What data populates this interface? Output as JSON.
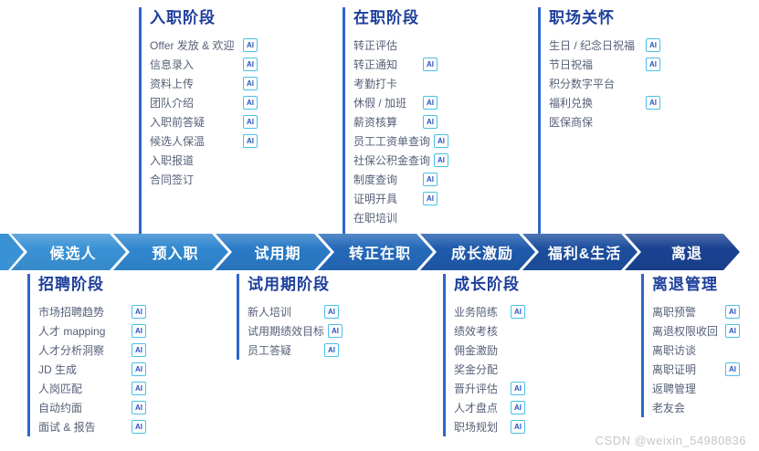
{
  "ai_badge_label": "AI",
  "watermark": "CSDN @weixin_54980836",
  "colors": {
    "accent_line": "#2e66c9",
    "title": "#1d3f9b",
    "item_text": "#566077",
    "badge_border": "#49c0e8",
    "badge_text": "#2a52c0",
    "watermark": "#c6c6c6"
  },
  "stages": [
    {
      "label": "候选人",
      "color": "#3a92d5"
    },
    {
      "label": "预入职",
      "color": "#3187cf"
    },
    {
      "label": "试用期",
      "color": "#2b7ac6"
    },
    {
      "label": "转正在职",
      "color": "#2569b9"
    },
    {
      "label": "成长激励",
      "color": "#1f5aab"
    },
    {
      "label": "福利&生活",
      "color": "#1d4f9f"
    },
    {
      "label": "离退",
      "color": "#1a4292"
    }
  ],
  "groups": {
    "onboarding": {
      "title": "入职阶段",
      "items": [
        {
          "label": "Offer 发放 & 欢迎",
          "ai": true
        },
        {
          "label": "信息录入",
          "ai": true
        },
        {
          "label": "资料上传",
          "ai": true
        },
        {
          "label": "团队介绍",
          "ai": true
        },
        {
          "label": "入职前答疑",
          "ai": true
        },
        {
          "label": "候选人保温",
          "ai": true
        },
        {
          "label": "入职报道",
          "ai": false
        },
        {
          "label": "合同签订",
          "ai": false
        }
      ]
    },
    "onjob": {
      "title": "在职阶段",
      "items": [
        {
          "label": "转正评估",
          "ai": false
        },
        {
          "label": "转正通知",
          "ai": true
        },
        {
          "label": "考勤打卡",
          "ai": false
        },
        {
          "label": "休假 / 加班",
          "ai": true
        },
        {
          "label": "薪资核算",
          "ai": true
        },
        {
          "label": "员工工资单查询",
          "ai": true
        },
        {
          "label": "社保公积金查询",
          "ai": true
        },
        {
          "label": "制度查询",
          "ai": true
        },
        {
          "label": "证明开具",
          "ai": true
        },
        {
          "label": "在职培训",
          "ai": false
        }
      ]
    },
    "care": {
      "title": "职场关怀",
      "items": [
        {
          "label": "生日 / 纪念日祝福",
          "ai": true
        },
        {
          "label": "节日祝福",
          "ai": true
        },
        {
          "label": "积分数字平台",
          "ai": false
        },
        {
          "label": "福利兑换",
          "ai": true
        },
        {
          "label": "医保商保",
          "ai": false
        }
      ]
    },
    "recruiting": {
      "title": "招聘阶段",
      "items": [
        {
          "label": "市场招聘趋势",
          "ai": true
        },
        {
          "label": "人才 mapping",
          "ai": true
        },
        {
          "label": "人才分析洞察",
          "ai": true
        },
        {
          "label": "JD 生成",
          "ai": true
        },
        {
          "label": "人岗匹配",
          "ai": true
        },
        {
          "label": "自动约面",
          "ai": true
        },
        {
          "label": "面试 & 报告",
          "ai": true
        }
      ]
    },
    "probation": {
      "title": "试用期阶段",
      "items": [
        {
          "label": "新人培训",
          "ai": true
        },
        {
          "label": "试用期绩效目标",
          "ai": true
        },
        {
          "label": "员工答疑",
          "ai": true
        }
      ]
    },
    "growth": {
      "title": "成长阶段",
      "items": [
        {
          "label": "业务陪练",
          "ai": true
        },
        {
          "label": "绩效考核",
          "ai": false
        },
        {
          "label": "佣金激励",
          "ai": false
        },
        {
          "label": "奖金分配",
          "ai": false
        },
        {
          "label": "晋升评估",
          "ai": true
        },
        {
          "label": "人才盘点",
          "ai": true
        },
        {
          "label": "职场规划",
          "ai": true
        }
      ]
    },
    "separation": {
      "title": "离退管理",
      "items": [
        {
          "label": "离职预警",
          "ai": true
        },
        {
          "label": "离退权限收回",
          "ai": true
        },
        {
          "label": "离职访谈",
          "ai": false
        },
        {
          "label": "离职证明",
          "ai": true
        },
        {
          "label": "返聘管理",
          "ai": false
        },
        {
          "label": "老友会",
          "ai": false
        }
      ]
    }
  }
}
